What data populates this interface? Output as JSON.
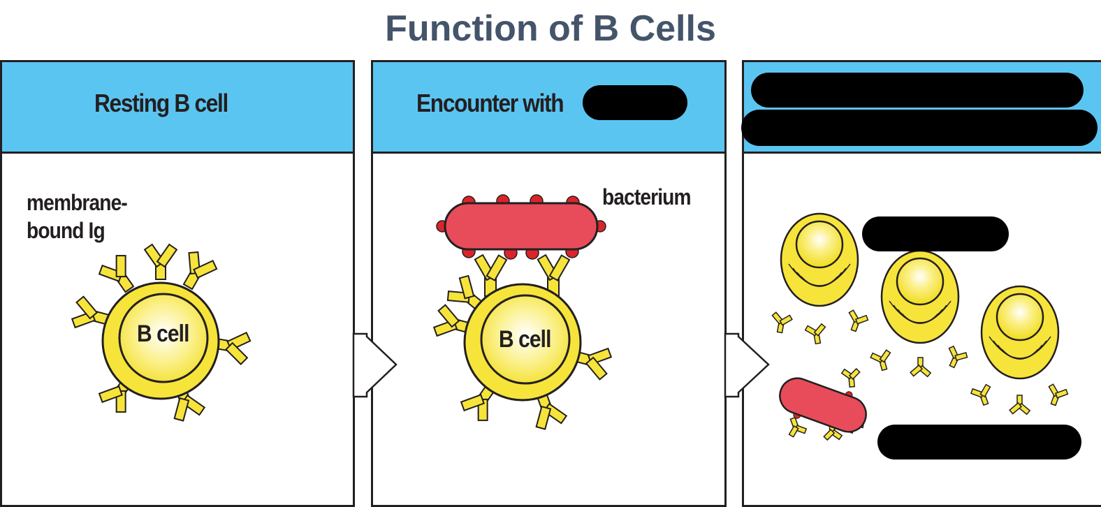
{
  "title": "Function of B Cells",
  "panels": [
    {
      "header": "Resting B cell",
      "labels": {
        "membrane_line1": "membrane-",
        "membrane_line2": "bound Ig",
        "cell": "B cell"
      }
    },
    {
      "header": "Encounter with",
      "labels": {
        "bacterium": "bacterium",
        "cell": "B cell"
      }
    },
    {
      "header": ""
    }
  ],
  "colors": {
    "header_fill": "#5bc5f2",
    "cell_yellow": "#f6e43a",
    "bacterium_red": "#e84c5a",
    "antigen_red": "#d9252a",
    "outline": "#231f20",
    "title": "#44546a"
  },
  "icons": [
    "right-arrow-icon"
  ]
}
